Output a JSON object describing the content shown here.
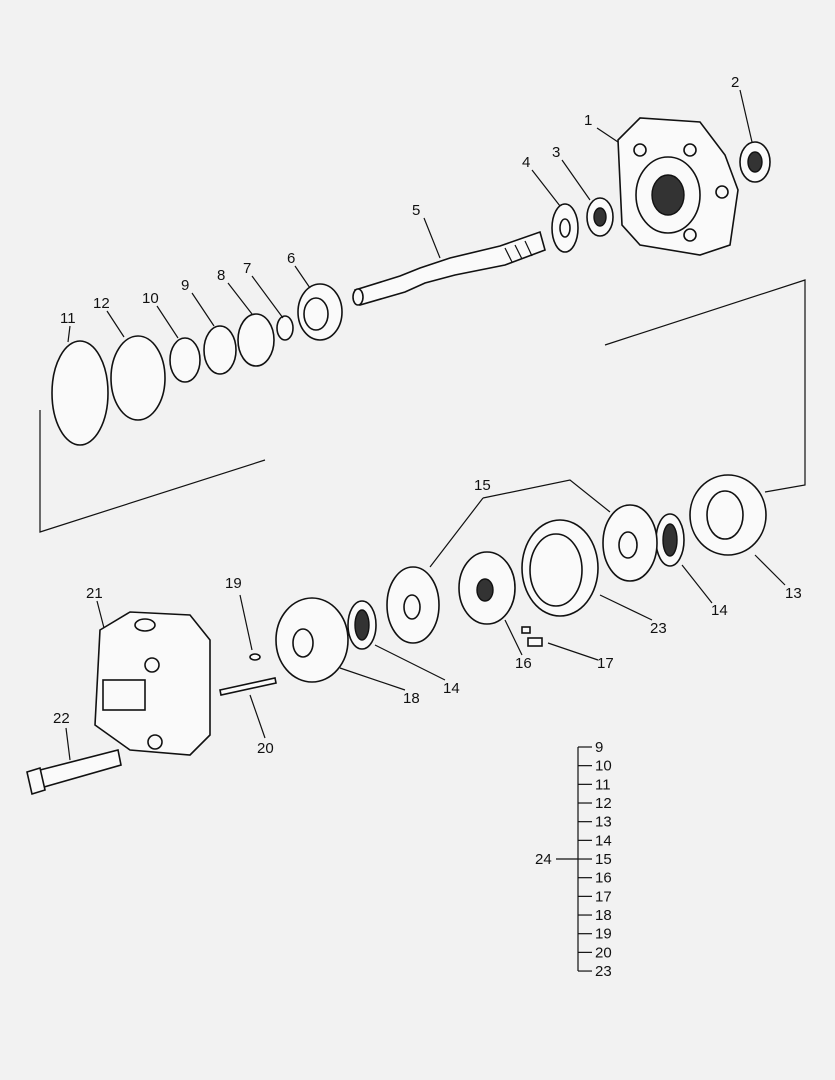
{
  "diagram": {
    "callouts": {
      "c1": "1",
      "c2": "2",
      "c3": "3",
      "c4": "4",
      "c5": "5",
      "c6": "6",
      "c7": "7",
      "c8": "8",
      "c9": "9",
      "c10": "10",
      "c11": "11",
      "c12": "12",
      "c13": "13",
      "c14a": "14",
      "c14b": "14",
      "c15": "15",
      "c16": "16",
      "c17": "17",
      "c18": "18",
      "c19": "19",
      "c20": "20",
      "c21": "21",
      "c22": "22",
      "c23": "23"
    },
    "kit": {
      "label": "24",
      "items": [
        "9",
        "10",
        "11",
        "12",
        "13",
        "14",
        "15",
        "16",
        "17",
        "18",
        "19",
        "20",
        "23"
      ]
    }
  }
}
